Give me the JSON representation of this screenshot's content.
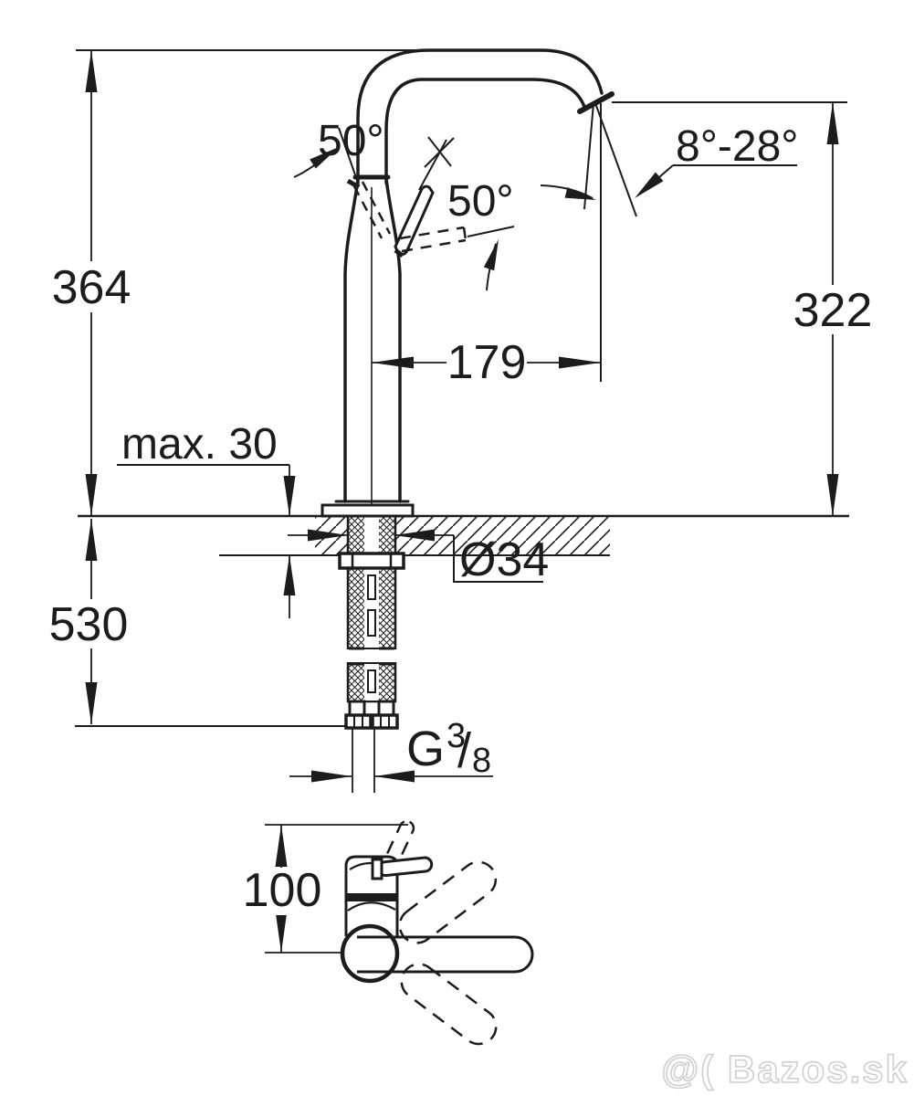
{
  "figure": {
    "type": "technical-dimension-drawing-faucet",
    "front_view": {
      "overall_height": "364",
      "spout_outlet_height": "322",
      "spout_reach": "179",
      "handle_angle_front": "50°",
      "handle_swing_angle": "50°",
      "stream_angle_range": "8°-28°",
      "max_deck_thickness": "max. 30",
      "hose_drop_length": "530",
      "hole_diameter": "Ø34",
      "thread": {
        "letter": "G",
        "numerator": "3",
        "slash": "/",
        "denominator": "8"
      }
    },
    "top_view": {
      "body_depth": "100"
    },
    "watermark": "@( Bazos.sk"
  },
  "colors": {
    "ink": "#1c1c1c",
    "paper": "#ffffff",
    "watermark_stroke": "#cfcfcf"
  }
}
